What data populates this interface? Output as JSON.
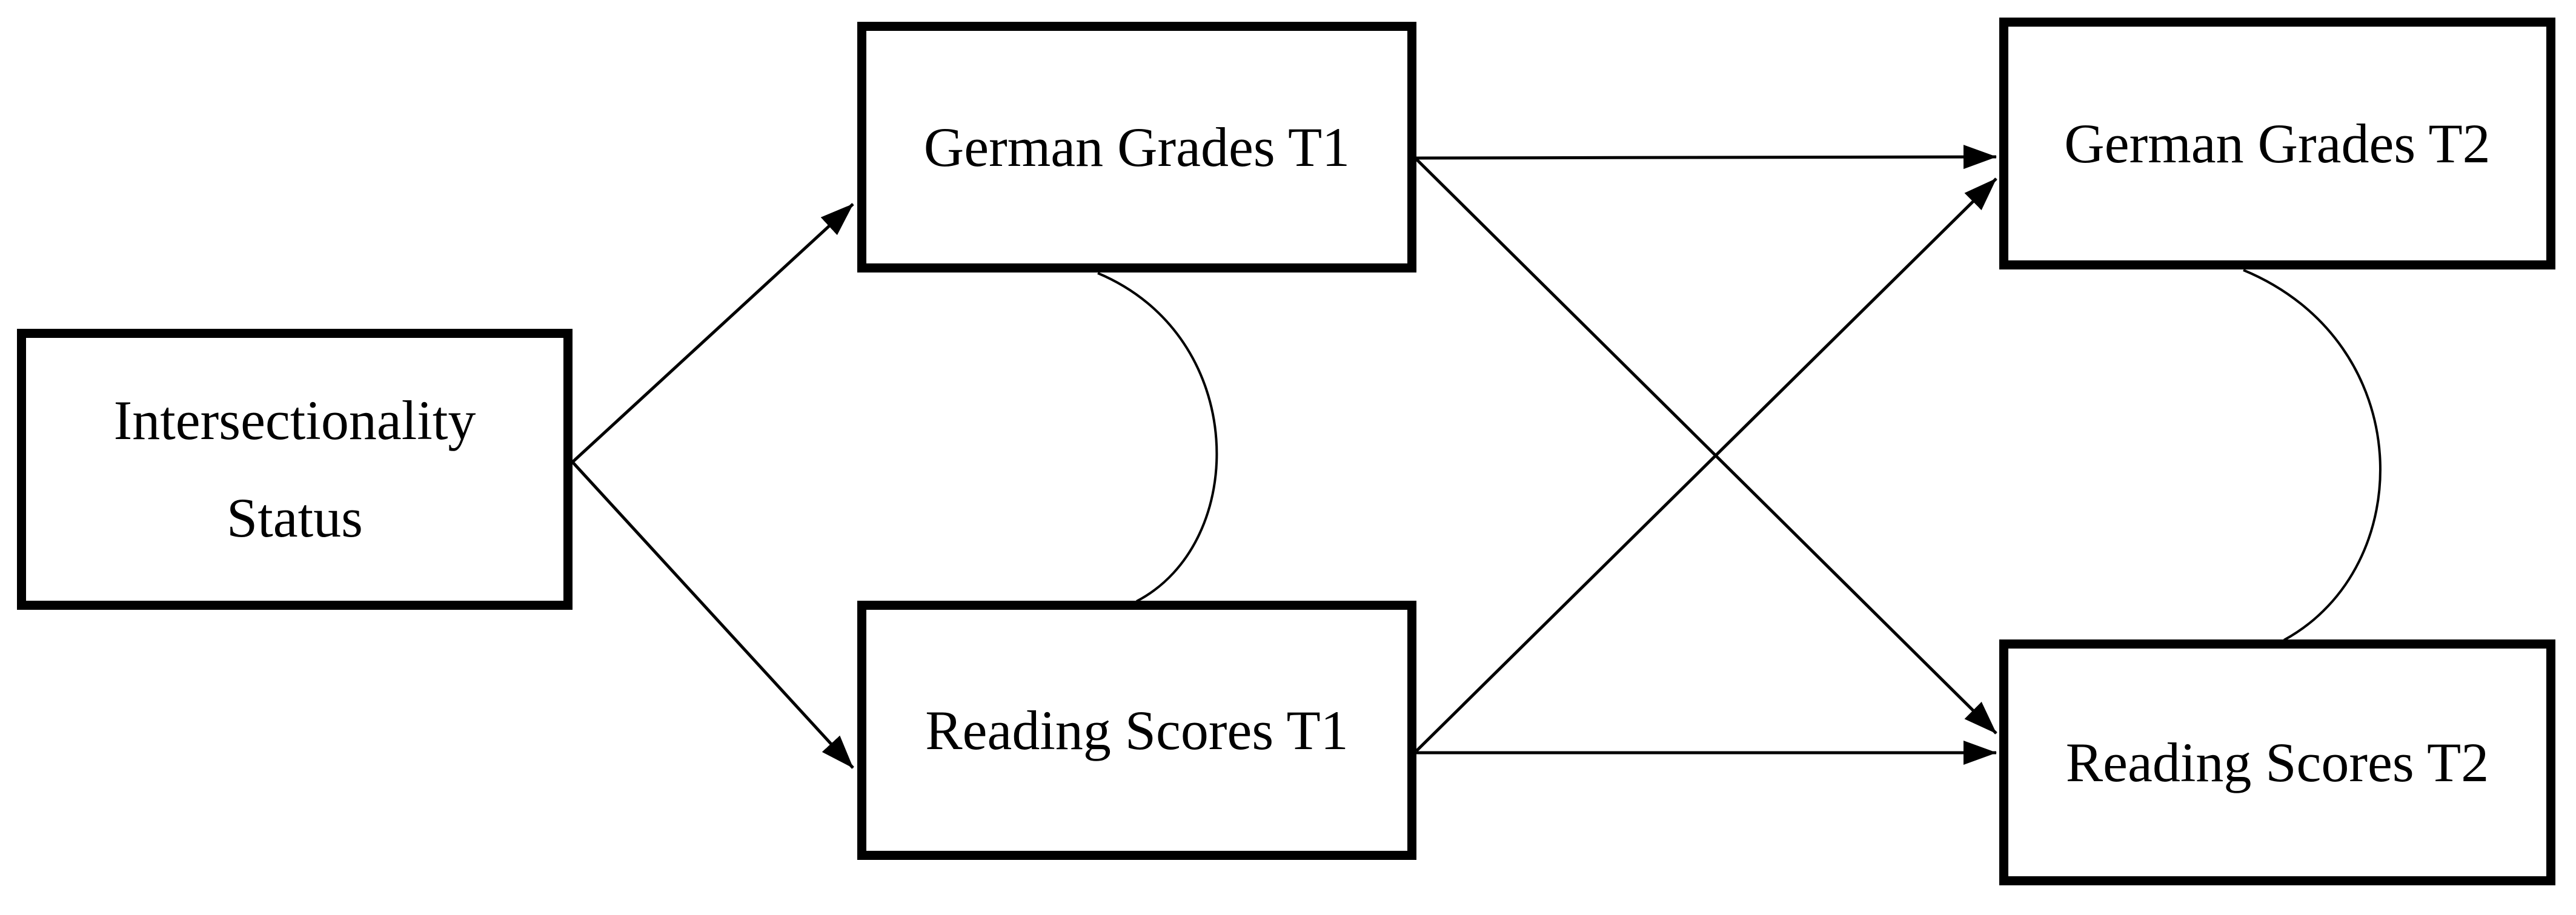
{
  "figure": {
    "kind": "structural-path-diagram",
    "background_color": "#ffffff",
    "line_color": "#000000",
    "text_color": "#000000"
  },
  "nodes": [
    {
      "id": "intersectionality-status",
      "lines": [
        "Intersectionality",
        "Status"
      ]
    },
    {
      "id": "german-grades-t1",
      "label": "German Grades T1"
    },
    {
      "id": "reading-scores-t1",
      "label": "Reading Scores T1"
    },
    {
      "id": "german-grades-t2",
      "label": "German Grades T2"
    },
    {
      "id": "reading-scores-t2",
      "label": "Reading Scores T2"
    }
  ],
  "edges": [
    {
      "from": "intersectionality-status",
      "to": "german-grades-t1",
      "style": "single-headed-arrow"
    },
    {
      "from": "intersectionality-status",
      "to": "reading-scores-t1",
      "style": "single-headed-arrow"
    },
    {
      "from": "german-grades-t1",
      "to": "german-grades-t2",
      "style": "single-headed-arrow"
    },
    {
      "from": "german-grades-t1",
      "to": "reading-scores-t2",
      "style": "single-headed-arrow"
    },
    {
      "from": "reading-scores-t1",
      "to": "german-grades-t2",
      "style": "single-headed-arrow"
    },
    {
      "from": "reading-scores-t1",
      "to": "reading-scores-t2",
      "style": "single-headed-arrow"
    },
    {
      "between": [
        "german-grades-t1",
        "reading-scores-t1"
      ],
      "style": "covariance-curve"
    },
    {
      "between": [
        "german-grades-t2",
        "reading-scores-t2"
      ],
      "style": "covariance-curve"
    }
  ]
}
